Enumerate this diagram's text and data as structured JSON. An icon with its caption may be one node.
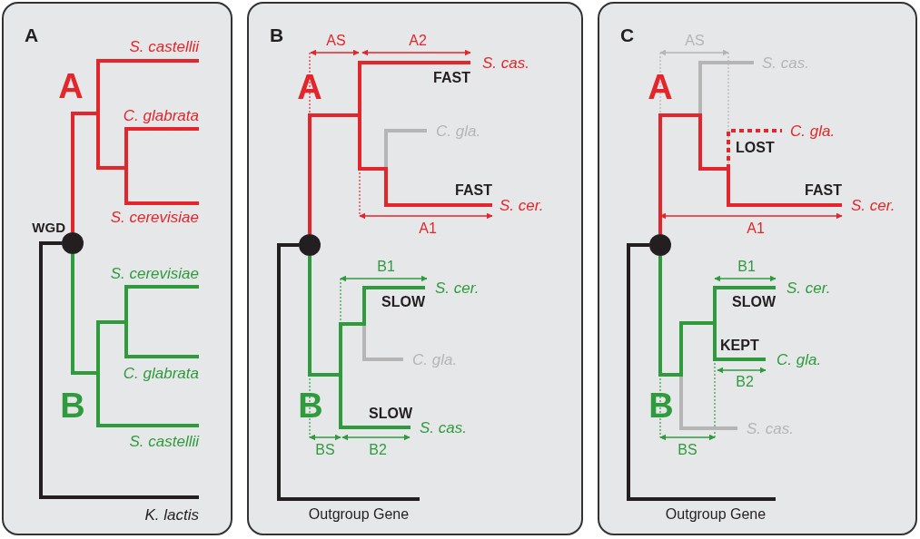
{
  "diagram": {
    "nodes": [
      {
        "text": [
          "A"
        ]
      },
      {
        "text": [],
        "shape": "circle",
        "in": 0,
        "beside": [
          "WGD"
        ]
      },
      {
        "text": [
          "B"
        ]
      },
      {
        "text": [],
        "shape": "circle",
        "in": 2
      },
      {
        "text": [
          "C"
        ]
      },
      {
        "text": [],
        "shape": "circle",
        "in": 4
      }
    ],
    "labels": [
      "S. castellii",
      "A",
      "C. glabrata",
      "S. cerevisiae",
      "S. cerevisiae",
      "C. glabrata",
      "B",
      "S. castellii",
      "K. lactis",
      "AS",
      "A2",
      "S. cas.",
      "A",
      "FAST",
      "C. gla.",
      "FAST",
      "S. cer.",
      "A1",
      "B1",
      "S. cer.",
      "SLOW",
      "C. gla.",
      "B",
      "SLOW",
      "S. cas.",
      "BS",
      "B2",
      "Outgroup Gene",
      "AS",
      "S. cas.",
      "A",
      "C. gla.",
      "LOST",
      "FAST",
      "S. cer.",
      "A1",
      "B1",
      "S. cer.",
      "SLOW",
      "KEPT",
      "C. gla.",
      "B2",
      "B",
      "S. cas.",
      "BS",
      "Outgroup Gene"
    ]
  }
}
